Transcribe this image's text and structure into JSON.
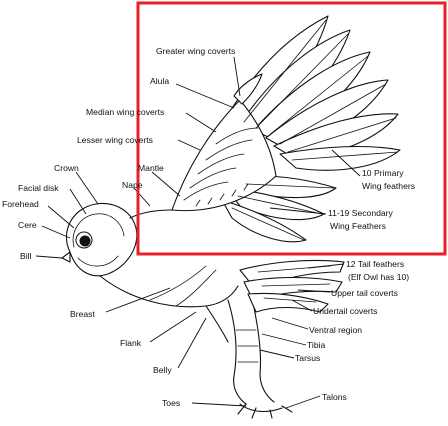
{
  "labels": {
    "greater_wing_coverts": "Greater wing coverts",
    "alula": "Alula",
    "median_wing_coverts": "Median wing coverts",
    "lesser_wing_coverts": "Lesser wing coverts",
    "mantle": "Mantle",
    "nape": "Nape",
    "crown": "Crown",
    "facial_disk": "Facial disk",
    "forehead": "Forehead",
    "cere": "Cere",
    "bill": "Bill",
    "primary_line1": "10 Primary",
    "primary_line2": "Wing feathers",
    "secondary_line1": "11-19 Secondary",
    "secondary_line2": "Wing Feathers",
    "tail_line1": "12 Tail feathers",
    "tail_line2": "(Elf Owl has 10)",
    "upper_tail_coverts": "Upper tail coverts",
    "undertail_coverts": "Undertail coverts",
    "ventral_region": "Ventral region",
    "tibia": "Tibia",
    "tarsus": "Tarsus",
    "breast": "Breast",
    "flank": "Flank",
    "belly": "Belly",
    "toes": "Toes",
    "talons": "Talons"
  },
  "highlight": {
    "color": "#e8202a"
  }
}
